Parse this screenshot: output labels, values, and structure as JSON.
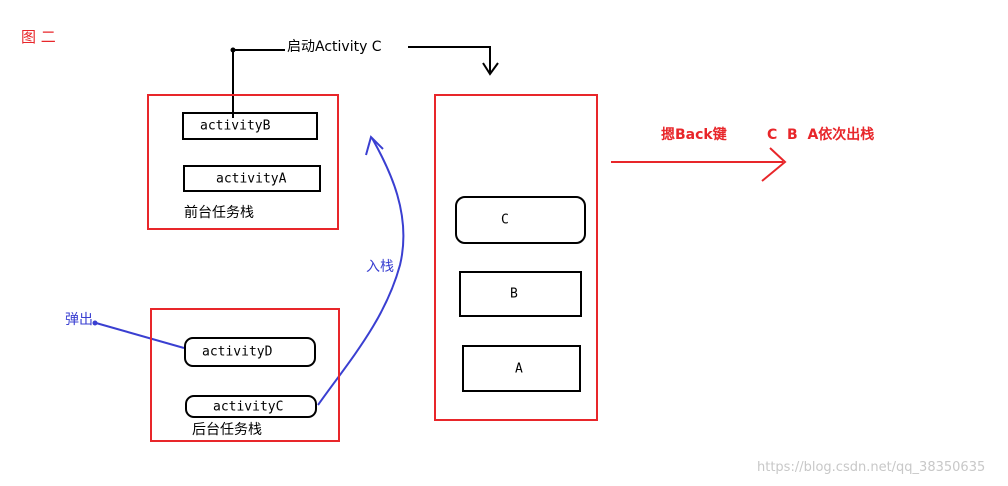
{
  "title": "图 二",
  "start_label": "启动Activity C",
  "foreground_stack": {
    "label": "前台任务栈",
    "items": [
      "activityB",
      "activityA"
    ]
  },
  "background_stack": {
    "label": "后台任务栈",
    "items": [
      "activityD",
      "activityC"
    ]
  },
  "push_label": "入栈",
  "pop_label": "弹出",
  "merged_stack": {
    "items": [
      "C",
      "B",
      "A"
    ]
  },
  "back_label": "摁Back键",
  "back_result": "C  B  A依次出栈",
  "watermark": "https://blog.csdn.net/qq_38350635",
  "colors": {
    "red": "#e8262a",
    "blue": "#3a3fd1",
    "black": "#000000"
  }
}
